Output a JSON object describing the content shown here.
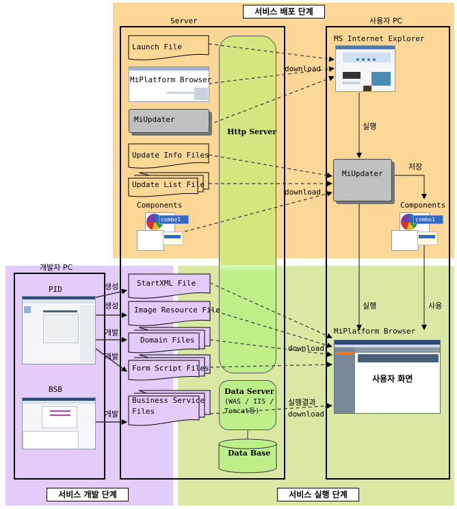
{
  "stages": {
    "deploy": "서비스 배포 단계",
    "develop": "서비스 개발 단계",
    "run": "서비스 실행 단계"
  },
  "server": {
    "title": "Server",
    "http_server": "Http Server",
    "files": {
      "launch": "Launch File",
      "miplatform_browser": "MiPlatform Browser",
      "miupdater": "MiUpdater",
      "update_info": "Update Info Files",
      "update_list": "Update List File",
      "components": "Components",
      "start_xml": "StartXML File",
      "image_resource": "Image Resource File",
      "domain": "Domain Files",
      "form_script": "Form Script Files",
      "business_service_1": "Business Service",
      "business_service_2": "Files"
    },
    "data_server": {
      "title": "Data Server",
      "line1": "(WAS / IIS /",
      "line2": "Tomcat등)"
    },
    "database": "Data Base"
  },
  "user_pc": {
    "title": "사용자 PC",
    "ie": "MS Internet Explorer",
    "miupdater": "MiUpdater",
    "components": "Components",
    "miplatform_browser": "MiPlatform Browser",
    "user_screen": "사용자 화면"
  },
  "dev_pc": {
    "title": "개발자 PC",
    "pid": "PID",
    "bsb": "BSB"
  },
  "edge_labels": {
    "download_1": "download",
    "download_2": "download",
    "download_3": "download",
    "run_1": "실행",
    "run_2": "실행",
    "save": "저장",
    "use": "사용",
    "create_1": "생성",
    "create_2": "생성",
    "develop_1": "개발",
    "develop_2": "개발",
    "develop_3": "개발",
    "result_1": "실행결과",
    "result_2": "download"
  },
  "components_widget": {
    "combo": "combo1"
  },
  "colors": {
    "deploy_bg": "#fcd897",
    "develop_bg": "#e3ccfa",
    "run_bg": "#d9e8a2",
    "http_server_fill": "#d5e880",
    "http_server_fill_lower": "#bdf08a",
    "box_grey": "#c0c0c0"
  }
}
